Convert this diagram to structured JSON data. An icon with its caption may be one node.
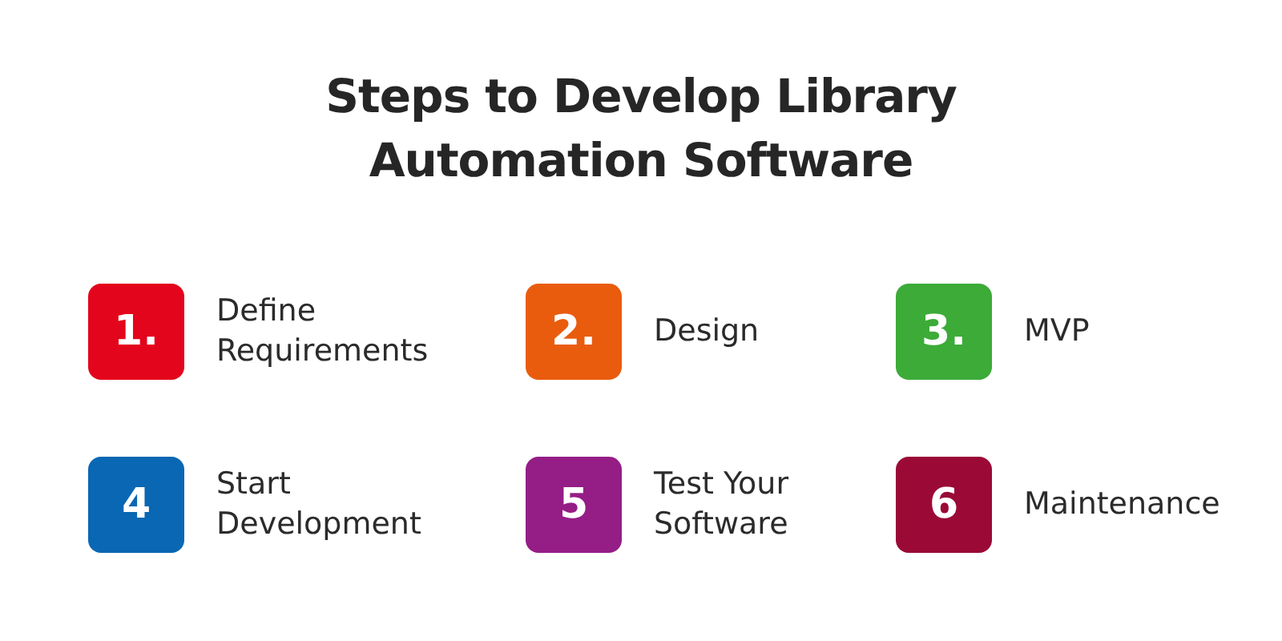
{
  "diagram": {
    "title": "Steps to Develop Library Automation Software",
    "nodes": [
      {
        "text": [
          "1."
        ],
        "beside": [
          "Define Requirements"
        ]
      },
      {
        "text": [
          "2."
        ],
        "beside": [
          "Design"
        ]
      },
      {
        "text": [
          "3."
        ],
        "beside": [
          "MVP"
        ]
      },
      {
        "text": [
          "4"
        ],
        "beside": [
          "Start Development"
        ]
      },
      {
        "text": [
          "5"
        ],
        "beside": [
          "Test Your Software"
        ]
      },
      {
        "text": [
          "6"
        ],
        "beside": [
          "Maintenance"
        ]
      }
    ]
  }
}
